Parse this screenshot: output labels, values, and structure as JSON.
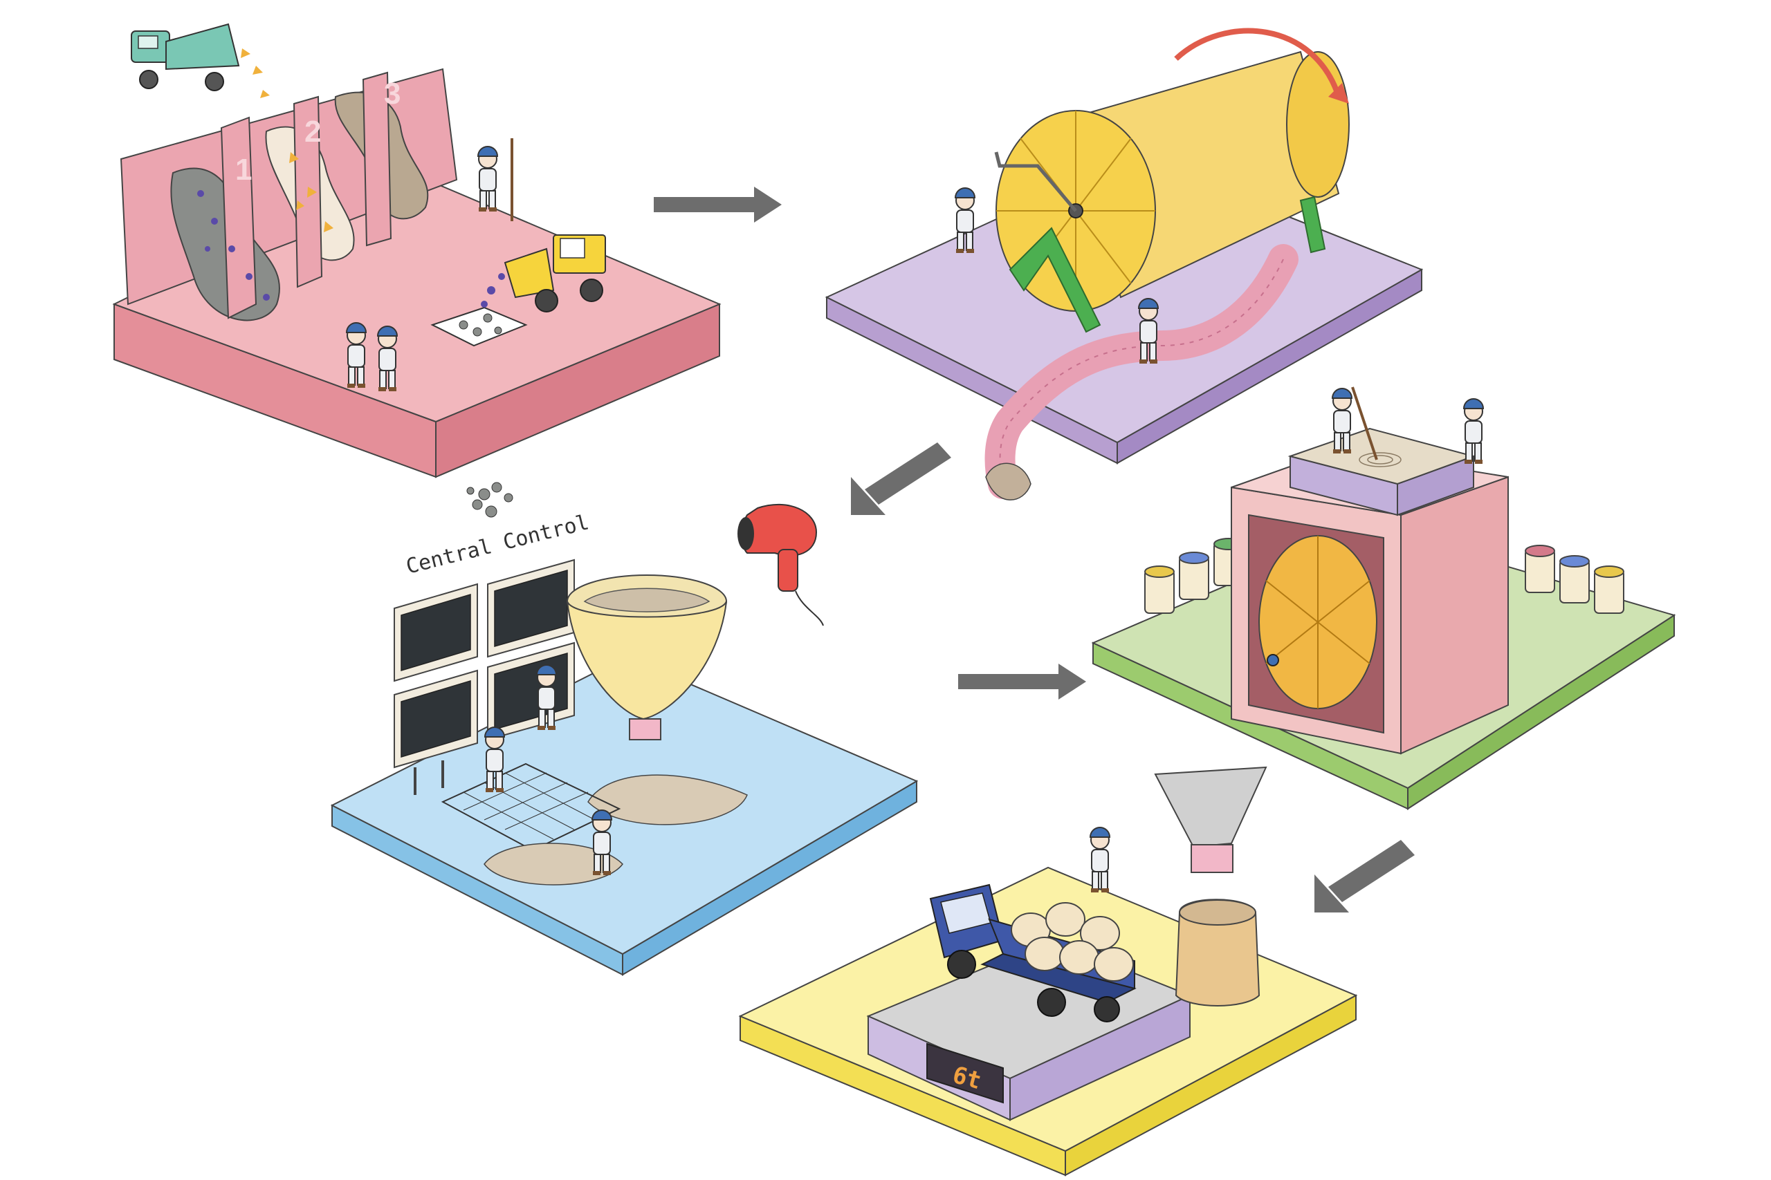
{
  "stage1": {
    "bin_labels": [
      "1",
      "2",
      "3"
    ],
    "colors": {
      "platform": "#f2b7bd",
      "platform_side": "#e48f99",
      "wall": "#eba5b0"
    }
  },
  "stage2": {
    "colors": {
      "platform": "#d6c6e6",
      "platform_side": "#b79fd0",
      "drum": "#f6d774",
      "stand": "#4caf50",
      "hose": "#e8a0b4"
    }
  },
  "stage3": {
    "control_label": "Central Control",
    "colors": {
      "platform": "#bfe0f5",
      "platform_side": "#86c2e6",
      "hopper": "#f8e6a0",
      "dryer": "#e8514a"
    }
  },
  "stage4": {
    "colors": {
      "platform": "#cfe3b3",
      "platform_side": "#9ccb6e",
      "box": "#f2c4c4",
      "tray": "#d9cce8",
      "drum": "#f1b744"
    }
  },
  "stage5": {
    "scale_reading": "6t",
    "colors": {
      "platform": "#fbf2a6",
      "platform_side": "#f3df54",
      "scale": "#cdbde2",
      "truck": "#3f58a8"
    }
  },
  "arrow_color": "#6d6d6d",
  "worker_helmet": "#3f6fb3"
}
